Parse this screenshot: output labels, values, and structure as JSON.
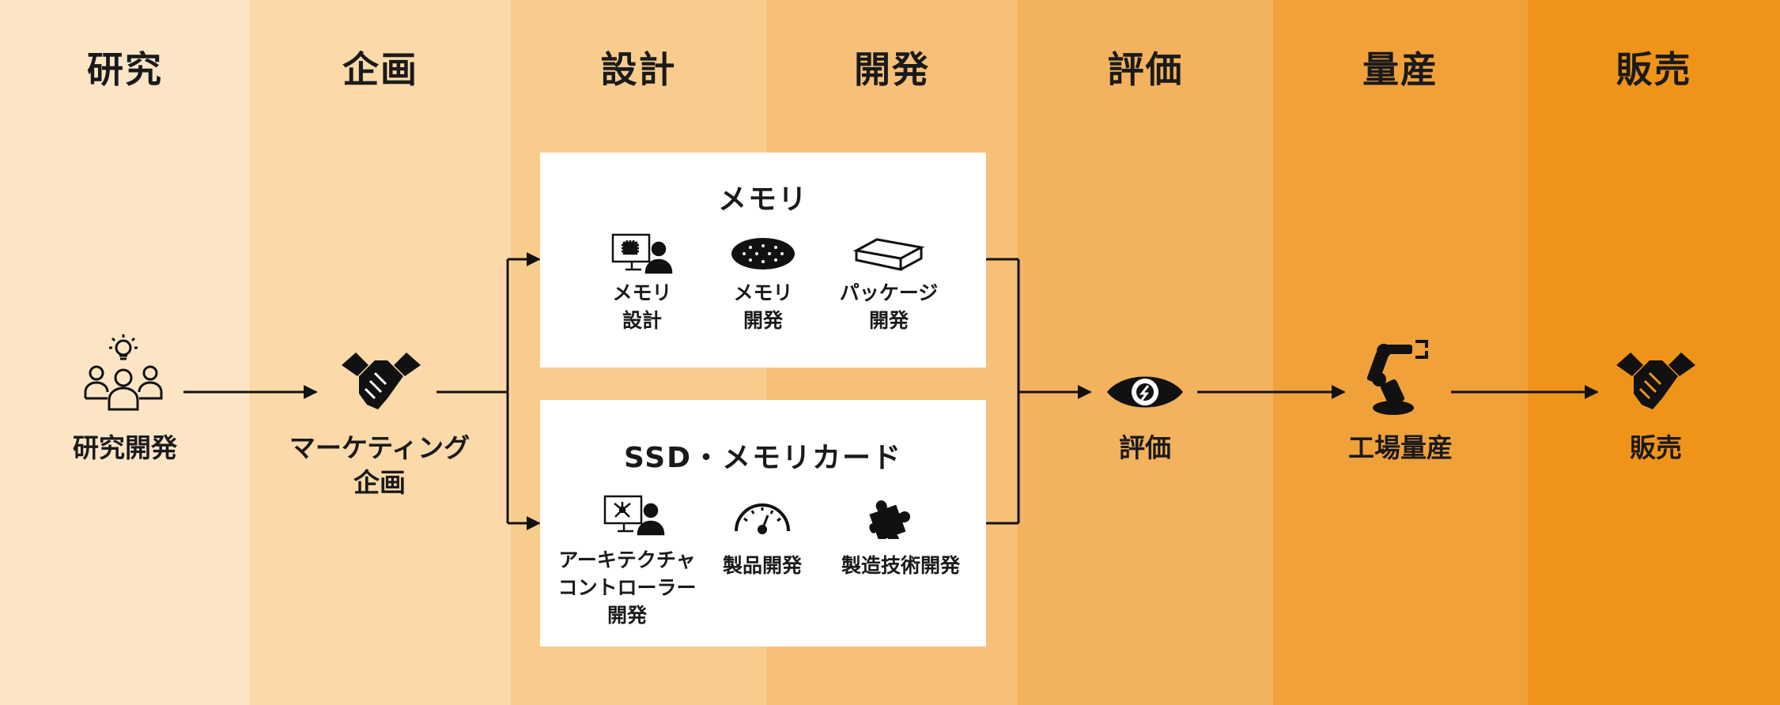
{
  "stages": [
    "研究",
    "企画",
    "設計",
    "開発",
    "評価",
    "量産",
    "販売"
  ],
  "band_colors": [
    "#fce5c5",
    "#fbd9a8",
    "#f8cc8d",
    "#f6c079",
    "#f3b25d",
    "#f0a13a",
    "#f09419"
  ],
  "flow_nodes": [
    {
      "icon": "team-idea-icon",
      "label": "研究開発"
    },
    {
      "icon": "handshake-icon",
      "label": "マーケティング\n企画"
    },
    {
      "icon": "eye-icon",
      "label": "評価"
    },
    {
      "icon": "robot-arm-icon",
      "label": "工場量産"
    },
    {
      "icon": "handshake-icon",
      "label": "販売"
    }
  ],
  "memory_card": {
    "title": "メモリ",
    "items": [
      {
        "icon": "monitor-chip-person-icon",
        "label": "メモリ\n設計"
      },
      {
        "icon": "wafer-icon",
        "label": "メモリ\n開発"
      },
      {
        "icon": "package-icon",
        "label": "パッケージ\n開発"
      }
    ]
  },
  "ssd_card": {
    "title": "SSD・メモリカード",
    "items": [
      {
        "icon": "monitor-network-person-icon",
        "label": "アーキテクチャ\nコントローラー\n開発"
      },
      {
        "icon": "gauge-icon",
        "label": "製品開発"
      },
      {
        "icon": "puzzle-icon",
        "label": "製造技術開発"
      }
    ]
  }
}
